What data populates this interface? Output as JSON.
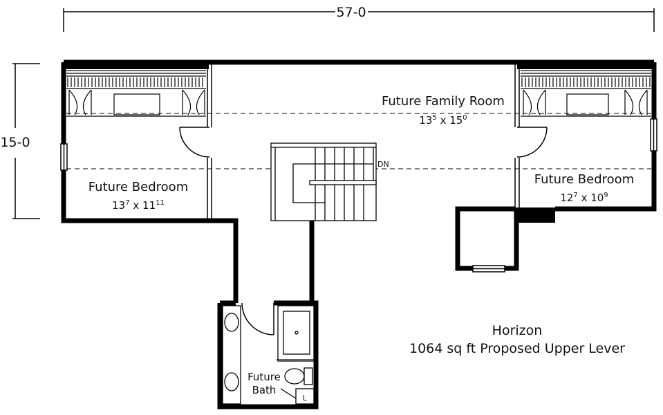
{
  "dimensions": {
    "overall_width": "57-0",
    "overall_depth": "15-0"
  },
  "rooms": {
    "family_room": {
      "name": "Future Family Room",
      "size_base": "13",
      "size_sup1": "5",
      "size_mid": " x 15",
      "size_sup2": "0"
    },
    "bedroom_left": {
      "name": "Future Bedroom",
      "size_base": "13",
      "size_sup1": "7",
      "size_mid": " x 11",
      "size_sup2": "11"
    },
    "bedroom_right": {
      "name": "Future Bedroom",
      "size_base": "12",
      "size_sup1": "7",
      "size_mid": " x 10",
      "size_sup2": "9"
    },
    "bath": {
      "line1": "Future",
      "line2": "Bath"
    }
  },
  "stairs": {
    "direction_label": "DN"
  },
  "fixtures": {
    "linen_label": "L"
  },
  "title_block": {
    "name": "Horizon",
    "description": "1064 sq ft Proposed Upper Lever"
  }
}
